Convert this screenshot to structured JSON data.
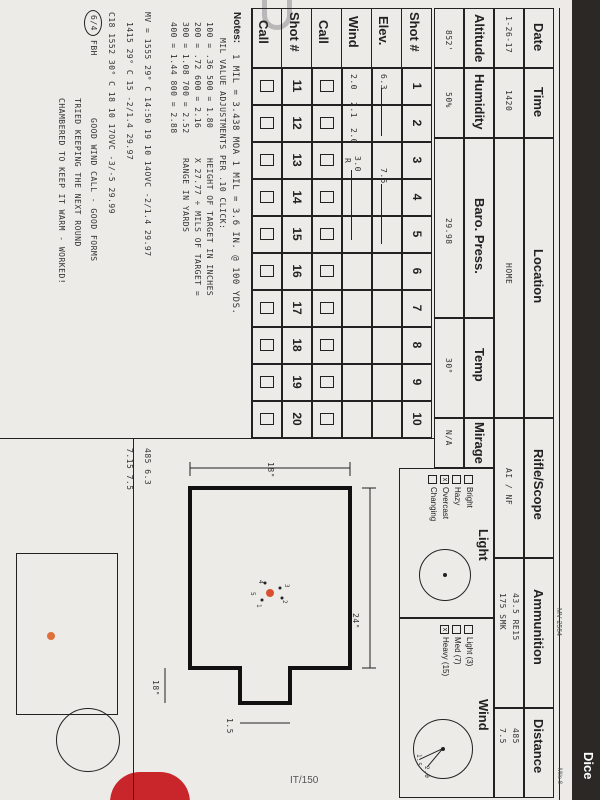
{
  "header": {
    "date_label": "Date",
    "date_value": "1-26-17",
    "time_label": "Time",
    "time_value": "1420",
    "location_label": "Location",
    "location_value": "HOME",
    "rifle_label": "Rifle/Scope",
    "rifle_value": "AI / NF",
    "ammunition_label": "Ammunition",
    "ammunition_value_1": "43.5 RE15",
    "ammunition_value_2": "175 SMK",
    "distance_label": "Distance",
    "distance_value_1": "485",
    "distance_value_2": "7.5",
    "distance_extra": "Mile 8",
    "form_number": "MV 2564",
    "altitude_label": "Altitude",
    "altitude_value": "852'",
    "humidity_label": "Humidity",
    "humidity_value": "50%",
    "baro_label": "Baro. Press.",
    "baro_value": "29.98",
    "temp_label": "Temp",
    "temp_value": "30°",
    "mirage_label": "Mirage",
    "mirage_value": "N/A",
    "light_label": "Light",
    "light_options": [
      "Bright",
      "Hazy",
      "Overcast",
      "Changing"
    ],
    "light_selected": "Overcast",
    "wind_label": "Wind",
    "wind_options": [
      "Light (3)",
      "Med (7)",
      "Heavy (15)"
    ],
    "wind_selected": "Heavy (15)"
  },
  "grid": {
    "shot_label": "Shot #",
    "elev_label": "Elev.",
    "wind_label": "Wind",
    "call_label": "Call",
    "shots_row1": [
      "1",
      "2",
      "3",
      "4",
      "5",
      "6",
      "7",
      "8",
      "9",
      "10"
    ],
    "shots_row2": [
      "11",
      "12",
      "13",
      "14",
      "15",
      "16",
      "17",
      "18",
      "19",
      "20"
    ],
    "elev_values": [
      "6.3",
      "",
      "",
      "7.5"
    ],
    "wind_values": [
      "2.0",
      "2.1",
      "2.0",
      "3.0"
    ],
    "wind_note": "R"
  },
  "notes": {
    "heading": "Notes:",
    "line1": "1 MIL = 3.438 MOA   1 MIL = 3.6 IN. @ 100 YDS.",
    "line2": "MIL VALUE ADJUSTMENTS PER .10 CLICK:",
    "table": [
      "100 = .36    500 = 1.80",
      "200 = .72    600 = 2.16",
      "300 = 1.08   700 = 2.52",
      "400 = 1.44   800 = 2.88"
    ],
    "formula": [
      "HEIGHT OF TARGET IN INCHES",
      "X 27.77 ÷ MILS OF TARGET =",
      "RANGE IN YARDS"
    ]
  },
  "log": [
    "MV = 1555   29° C 14:50 19    10 14OVC   -2/1.4   29.97",
    "1415       29° C 15              -2/1.4    29.97",
    "C18   1552   30° C 18 10 17OVC   -3/-5 29.99"
  ],
  "log_right": [
    "485  6.3",
    "7.15  7.5"
  ],
  "fbh_circle": "6/4",
  "fbh": "FBH",
  "comments": [
    "GOOD WIND CALL - GOOD FORMS",
    "TRIED KEEPING THE NEXT ROUND",
    "CHAMBERED TO KEEP IT WARM - WORKED!"
  ],
  "target": {
    "width_label": "24\"",
    "height_label": "18\"",
    "side_label": "18\"",
    "dist_label": "1.5",
    "shot_marks": [
      "3",
      "2",
      "4",
      "1",
      "5"
    ]
  },
  "wind_dial": {
    "marks": [
      "1.5",
      "2.0"
    ]
  },
  "photo_edge_text": "Dice",
  "edge_label": "IT/150"
}
